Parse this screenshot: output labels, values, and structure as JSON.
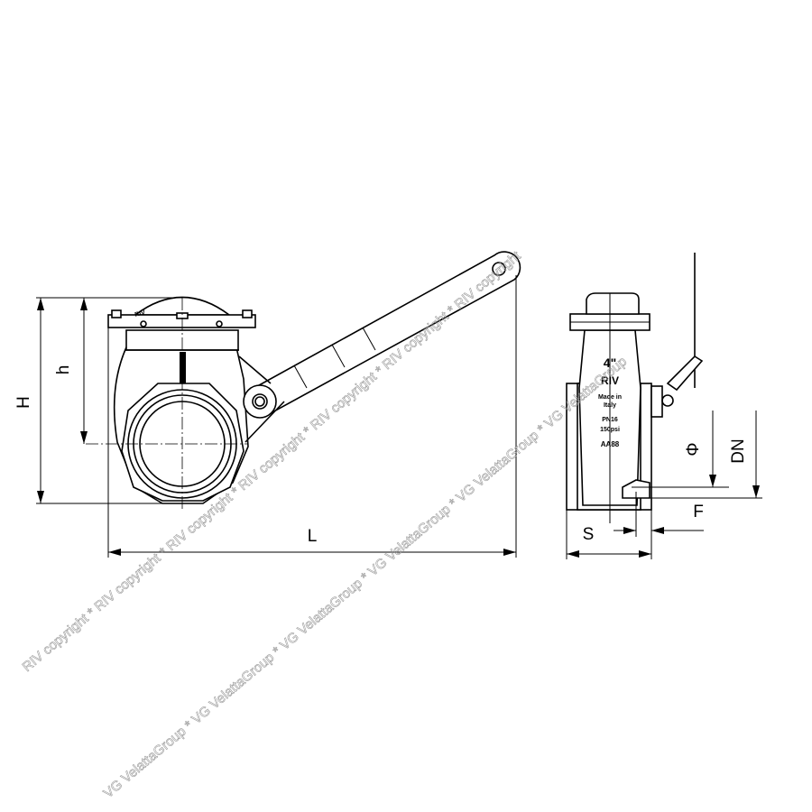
{
  "dimensions": {
    "H": "H",
    "h": "h",
    "L": "L",
    "S": "S",
    "F": "F",
    "DN": "DN",
    "diameter": "Φ"
  },
  "body_markings": {
    "size": "4\"",
    "brand": "RIV",
    "made_in_1": "Made in",
    "made_in_2": "Italy",
    "pressure_1": "PN16",
    "pressure_2": "150psi",
    "code": "AA88"
  },
  "watermarks": {
    "riv": "RIV copyright * RIV copyright * RIV copyright * RIV copyright * RIV copyright * RIV copyright * RIV copyright",
    "vg": "VG VelattaGroup * VG VelattaGroup * VG VelattaGroup * VG VelattaGroup * VG VelattaGroup * VG VelattaGroup"
  }
}
